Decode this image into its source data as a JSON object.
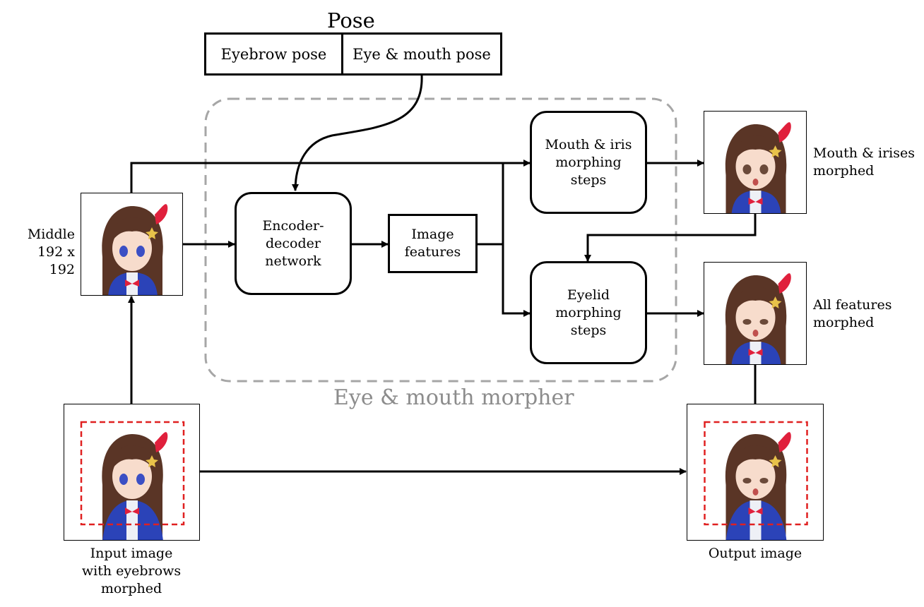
{
  "pose": {
    "title": "Pose",
    "eyebrow_label": "Eyebrow pose",
    "eye_mouth_label": "Eye & mouth pose"
  },
  "morpher": {
    "group_label": "Eye & mouth morpher",
    "encoder_label": "Encoder-\ndecoder\nnetwork",
    "features_label": "Image\nfeatures",
    "mouth_iris_label": "Mouth  & iris\nmorphing\nsteps",
    "eyelid_label": "Eyelid\nmorphing\nsteps"
  },
  "images": {
    "middle_label": "Middle\n192 x 192",
    "mouth_irises_label": "Mouth  & irises\nmorphed",
    "all_features_label": "All features\nmorphed",
    "input_label": "Input image\nwith eyebrows\nmorphed",
    "output_label": "Output image"
  },
  "colors": {
    "group_border": "#a6a6a6",
    "group_text": "#8c8c8c",
    "crop_box": "#e02020",
    "hair": "#5a3526",
    "skin": "#f7dccc",
    "eye": "#3b4fc4",
    "ribbon": "#e0203c",
    "jacket": "#2b43b8"
  }
}
